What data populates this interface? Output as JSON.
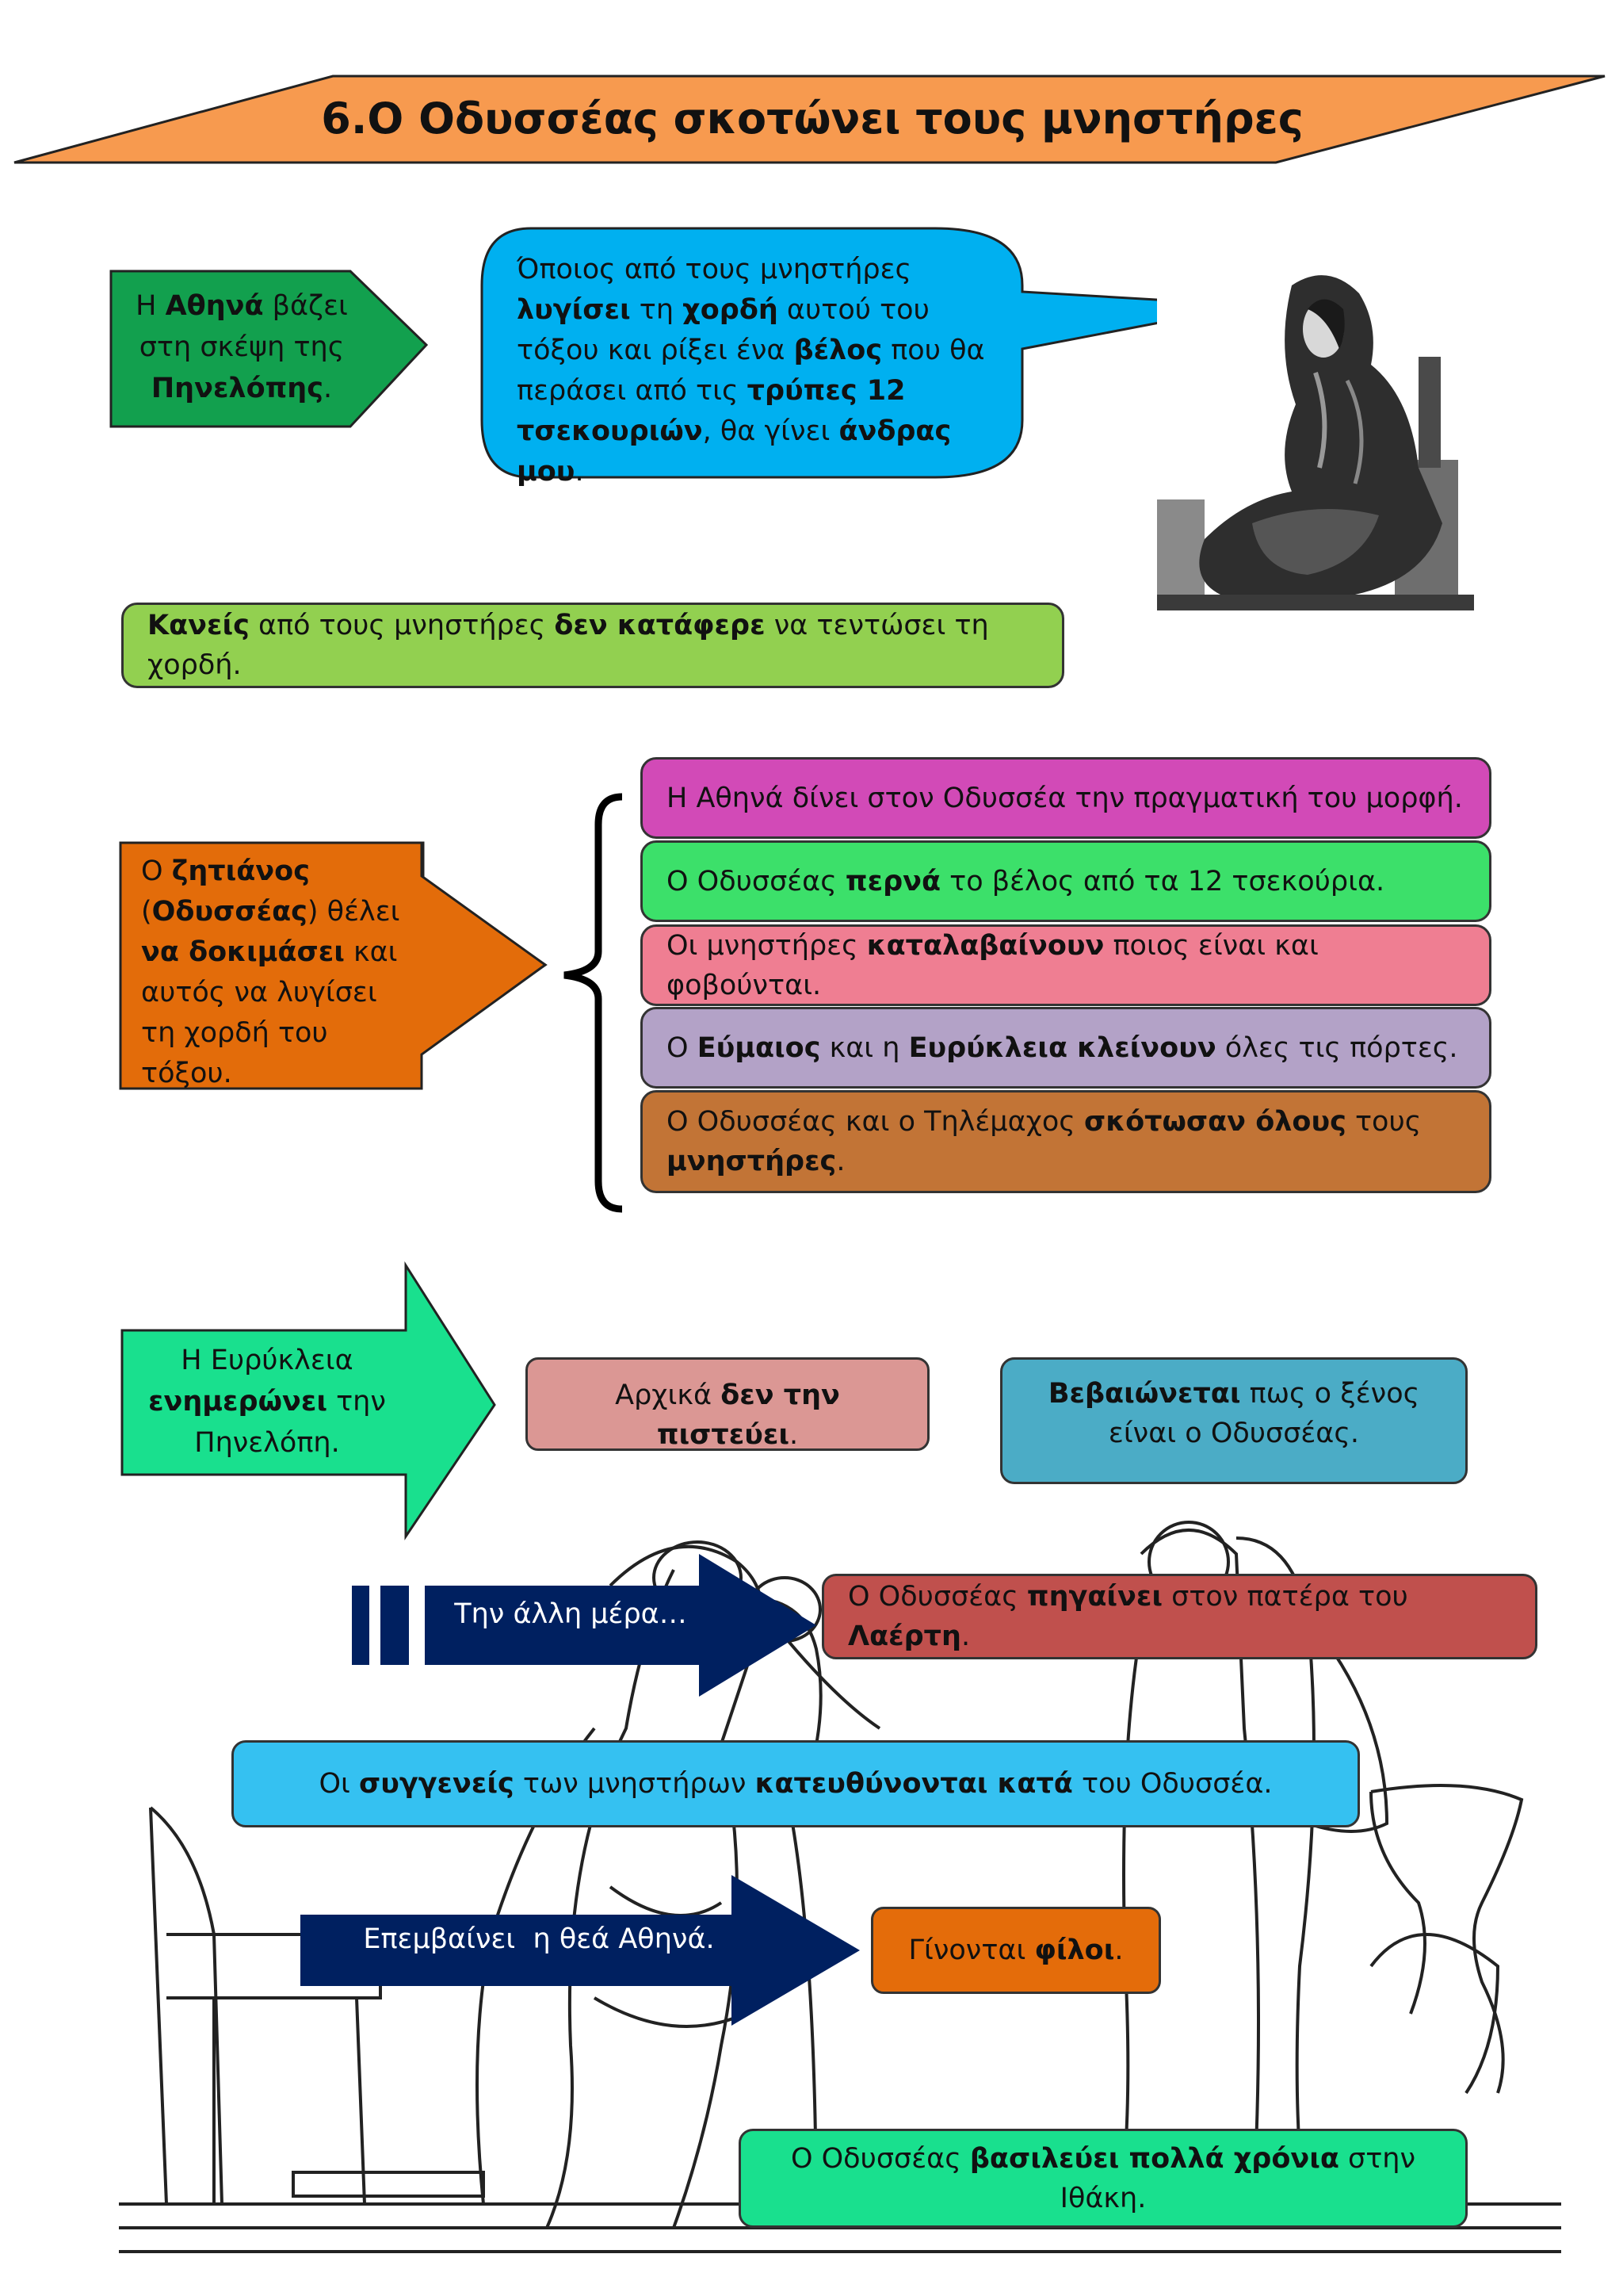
{
  "title": "6.Ο Οδυσσέας σκοτώνει τους μνηστήρες",
  "intro": {
    "athena_idea": [
      {
        "t": "Η "
      },
      {
        "t": "Αθηνά",
        "b": true
      },
      {
        "t": " βάζει στη σκέψη της "
      },
      {
        "t": "Πηνελόπης",
        "b": true
      },
      {
        "t": "."
      }
    ],
    "speech": [
      {
        "t": "Όποιος από τους μνηστήρες "
      },
      {
        "t": "λυγίσει",
        "b": true
      },
      {
        "t": " τη "
      },
      {
        "t": "χορδή",
        "b": true
      },
      {
        "t": " αυτού του τόξου και ρίξει ένα "
      },
      {
        "t": "βέλος",
        "b": true
      },
      {
        "t": " που θα περάσει από τις "
      },
      {
        "t": "τρύπες 12 τσεκουριών",
        "b": true
      },
      {
        "t": ", θα γίνει "
      },
      {
        "t": "άνδρας μου",
        "b": true
      },
      {
        "t": "."
      }
    ]
  },
  "nobody": [
    {
      "t": "Κανείς",
      "b": true
    },
    {
      "t": " από τους μνηστήρες "
    },
    {
      "t": "δεν κατάφερε",
      "b": true
    },
    {
      "t": " να τεντώσει τη χορδή."
    }
  ],
  "beggar": [
    {
      "t": "Ο "
    },
    {
      "t": "ζητιάνος",
      "b": true
    },
    {
      "t": " ("
    },
    {
      "t": "Οδυσσέας",
      "b": true
    },
    {
      "t": ") θέλει "
    },
    {
      "t": "να δοκιμάσει",
      "b": true
    },
    {
      "t": " και αυτός να λυγίσει τη χορδή του τόξου."
    }
  ],
  "events": [
    [
      {
        "t": "Η Αθηνά δίνει στον Οδυσσέα την πραγματική του μορφή."
      }
    ],
    [
      {
        "t": "Ο Οδυσσέας "
      },
      {
        "t": "περνά",
        "b": true
      },
      {
        "t": " το βέλος από τα 12 τσεκούρια."
      }
    ],
    [
      {
        "t": "Οι μνηστήρες "
      },
      {
        "t": "καταλαβαίνουν",
        "b": true
      },
      {
        "t": " ποιος είναι και φοβούνται."
      }
    ],
    [
      {
        "t": "Ο "
      },
      {
        "t": "Εύμαιος",
        "b": true
      },
      {
        "t": " και η "
      },
      {
        "t": "Ευρύκλεια κλείνουν",
        "b": true
      },
      {
        "t": " όλες τις πόρτες."
      }
    ],
    [
      {
        "t": "Ο Οδυσσέας και ο Τηλέμαχος "
      },
      {
        "t": "σκότωσαν όλους",
        "b": true
      },
      {
        "t": " τους "
      },
      {
        "t": "μνηστήρες",
        "b": true
      },
      {
        "t": "."
      }
    ]
  ],
  "eurykleia": [
    {
      "t": "Η Ευρύκλεια "
    },
    {
      "t": "ενημερώνει",
      "b": true
    },
    {
      "t": " την Πηνελόπη."
    }
  ],
  "not_believe": [
    {
      "t": "Αρχικά "
    },
    {
      "t": "δεν την πιστεύει",
      "b": true
    },
    {
      "t": "."
    }
  ],
  "confirms": [
    {
      "t": "Βεβαιώνεται",
      "b": true
    },
    {
      "t": " πως ο ξένος είναι ο Οδυσσέας."
    }
  ],
  "next_day": "Την άλλη μέρα…",
  "laertes": [
    {
      "t": "Ο Οδυσσέας "
    },
    {
      "t": "πηγαίνει",
      "b": true
    },
    {
      "t": " στον πατέρα του "
    },
    {
      "t": "Λαέρτη",
      "b": true
    },
    {
      "t": "."
    }
  ],
  "relatives": [
    {
      "t": "Οι "
    },
    {
      "t": "συγγενείς",
      "b": true
    },
    {
      "t": " των μνηστήρων "
    },
    {
      "t": "κατευθύνονται κατά",
      "b": true
    },
    {
      "t": " του Οδυσσέα."
    }
  ],
  "athena_intervenes": "Επεμβαίνει  η θεά Αθηνά.",
  "friends": [
    {
      "t": "Γίνονται "
    },
    {
      "t": "φίλοι",
      "b": true
    },
    {
      "t": "."
    }
  ],
  "reigns": [
    {
      "t": "Ο Οδυσσέας "
    },
    {
      "t": "βασιλεύει πολλά χρόνια",
      "b": true
    },
    {
      "t": " στην Ιθάκη."
    }
  ],
  "colors": {
    "title": "#f79a4f",
    "green_dark": "#12a04e",
    "speech": "#00b0f0",
    "lime": "#92d050",
    "orange": "#e36c0a",
    "magenta": "#d24ab7",
    "bright_green": "#3ce06a",
    "pink": "#ef7e92",
    "lavender": "#b3a2c7",
    "brown": "#c27436",
    "mint": "#19e08e",
    "rose": "#db9794",
    "teal": "#4bacc6",
    "navy": "#002060",
    "red": "#c0504d",
    "sky": "#35c1f1",
    "orange2": "#e46c0a",
    "mint2": "#19e08e"
  }
}
